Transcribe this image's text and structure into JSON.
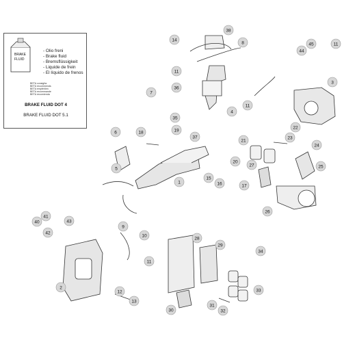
{
  "legend": {
    "bottle_label": [
      "BRAKE",
      "FLUID"
    ],
    "languages": [
      "- Olio freni",
      "- Brake fluid",
      "- Bremsflüssigkeit",
      "- Liquide de frein",
      "- El líquido de frenos"
    ],
    "beta_notes": [
      "BETA consiglia:",
      "BETA recommends",
      "BETA empfehlen",
      "BETA recommande",
      "BETA recomienda"
    ],
    "fluid_1": "BRAKE FLUID DOT 4",
    "fluid_2": "BRAKE FLUID DOT 5.1"
  },
  "callouts": [
    "1",
    "2",
    "3",
    "4",
    "5",
    "6",
    "7",
    "8",
    "9",
    "10",
    "11",
    "12",
    "13",
    "14",
    "15",
    "16",
    "17",
    "18",
    "19",
    "20",
    "21",
    "22",
    "23",
    "24",
    "25",
    "26",
    "27",
    "28",
    "29",
    "30",
    "31",
    "32",
    "33",
    "34",
    "35",
    "36",
    "37",
    "38",
    "40",
    "41",
    "42",
    "43",
    "44",
    "45",
    "11",
    "11",
    "11"
  ]
}
